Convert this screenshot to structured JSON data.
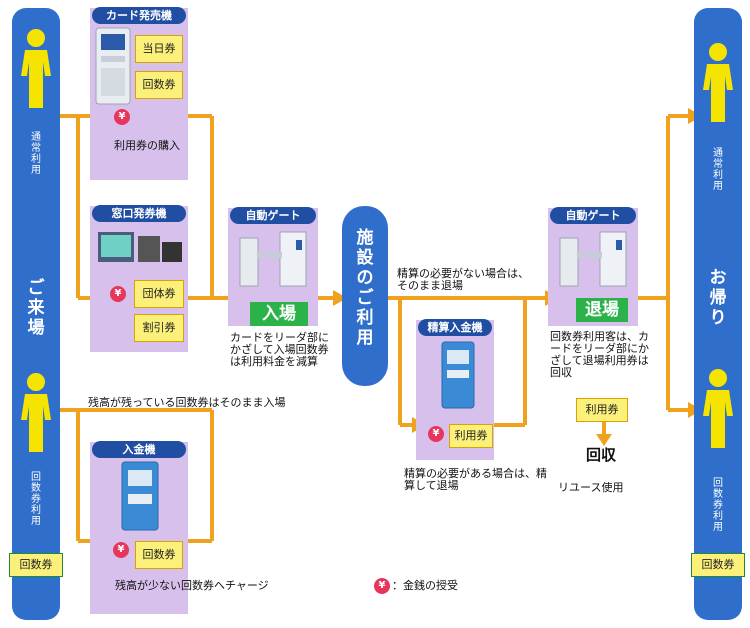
{
  "left_column": {
    "label_normal": "通常利用",
    "label_arrive": "ご来場",
    "label_coupon": "回数券利用",
    "coupon_badge": "回数券"
  },
  "right_column": {
    "label_normal": "通常利用",
    "label_return": "お帰り",
    "label_coupon": "回数券利用",
    "coupon_badge": "回数券"
  },
  "card_machine": {
    "title": "カード発売機",
    "tickets": [
      "当日券",
      "回数券"
    ],
    "note": "利用券の購入"
  },
  "window_machine": {
    "title": "窓口発券機",
    "tickets": [
      "団体券",
      "割引券"
    ]
  },
  "deposit_machine": {
    "title": "入金機",
    "ticket": "回数券",
    "note": "残高が少ない回数券へチャージ"
  },
  "entry_gate": {
    "title": "自動ゲート",
    "button": "入場",
    "note": "カードをリーダ部にかざして入場回数券は利用料金を減算"
  },
  "facility": {
    "label": "施設のご利用"
  },
  "settle_machine": {
    "title": "精算入金機",
    "ticket": "利用券",
    "note_above": "精算の必要がない場合は、そのまま退場",
    "note_below": "精算の必要がある場合は、精算して退場"
  },
  "exit_gate": {
    "title": "自動ゲート",
    "button": "退場",
    "note": "回数券利用客は、カードをリーダ部にかざして退場利用券は回収",
    "ticket": "利用券",
    "collect": "回収",
    "reuse": "リユース使用"
  },
  "remaining_note": "残高が残っている回数券はそのまま入場",
  "legend": {
    "symbol": "¥",
    "text": "：金銭の授受"
  },
  "colors": {
    "flow_line": "#f0a21e",
    "pillar": "#2f6fcb",
    "panel": "#d7c0ec",
    "title_bar": "#1f4ea3",
    "button": "#2bb34a",
    "ticket": "#fbf07a",
    "yen": "#e8355c",
    "person": "#f5e400"
  },
  "icons": [
    "person-icon",
    "yen-icon",
    "ticket-machine-icon",
    "gate-icon",
    "arrow-icon"
  ]
}
